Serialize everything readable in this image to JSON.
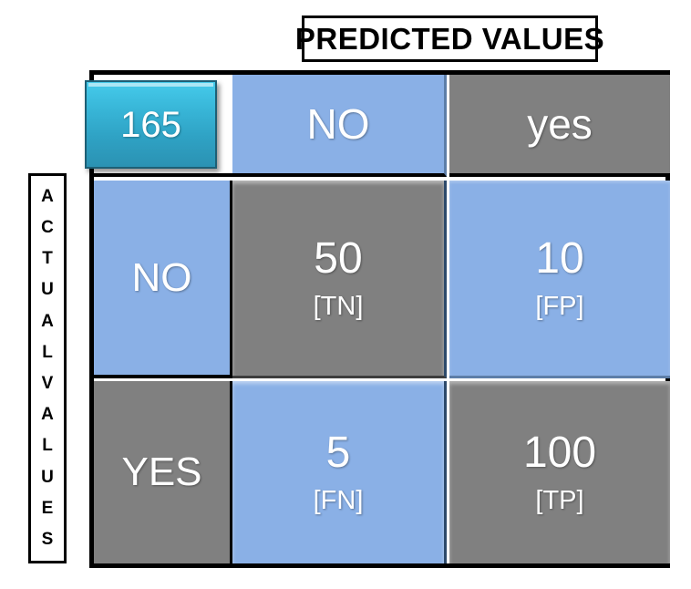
{
  "headers": {
    "predicted_values": "PREDICTED VALUES",
    "actual_values_letters": [
      "A",
      "C",
      "T",
      "U",
      "A",
      "L",
      "V",
      "A",
      "L",
      "U",
      "E",
      "S"
    ]
  },
  "total": {
    "value": "165"
  },
  "column_headers": {
    "no": "NO",
    "yes": "yes"
  },
  "row_headers": {
    "no": "NO",
    "yes": "YES"
  },
  "cells": {
    "tn": {
      "value": "50",
      "tag": "[TN]"
    },
    "fp": {
      "value": "10",
      "tag": "[FP]"
    },
    "fn": {
      "value": "5",
      "tag": "[FN]"
    },
    "tp": {
      "value": "100",
      "tag": "[TP]"
    }
  },
  "colors": {
    "blue": "#8ab0e6",
    "gray": "#808080",
    "teal_top": "#45cbeb",
    "teal_bottom": "#2b92b3",
    "border": "#000000",
    "text_on_cell": "#ffffff"
  },
  "chart_data": {
    "type": "table",
    "title": "Confusion Matrix",
    "xlabel": "PREDICTED VALUES",
    "ylabel": "ACTUAL VALUES",
    "total": 165,
    "columns": [
      "NO",
      "yes"
    ],
    "rows": [
      "NO",
      "YES"
    ],
    "values": [
      [
        50,
        10
      ],
      [
        5,
        100
      ]
    ],
    "cell_tags": [
      [
        "[TN]",
        "[FP]"
      ],
      [
        "[FN]",
        "[TP]"
      ]
    ],
    "annotations": {
      "TN": 50,
      "FP": 10,
      "FN": 5,
      "TP": 100
    }
  }
}
